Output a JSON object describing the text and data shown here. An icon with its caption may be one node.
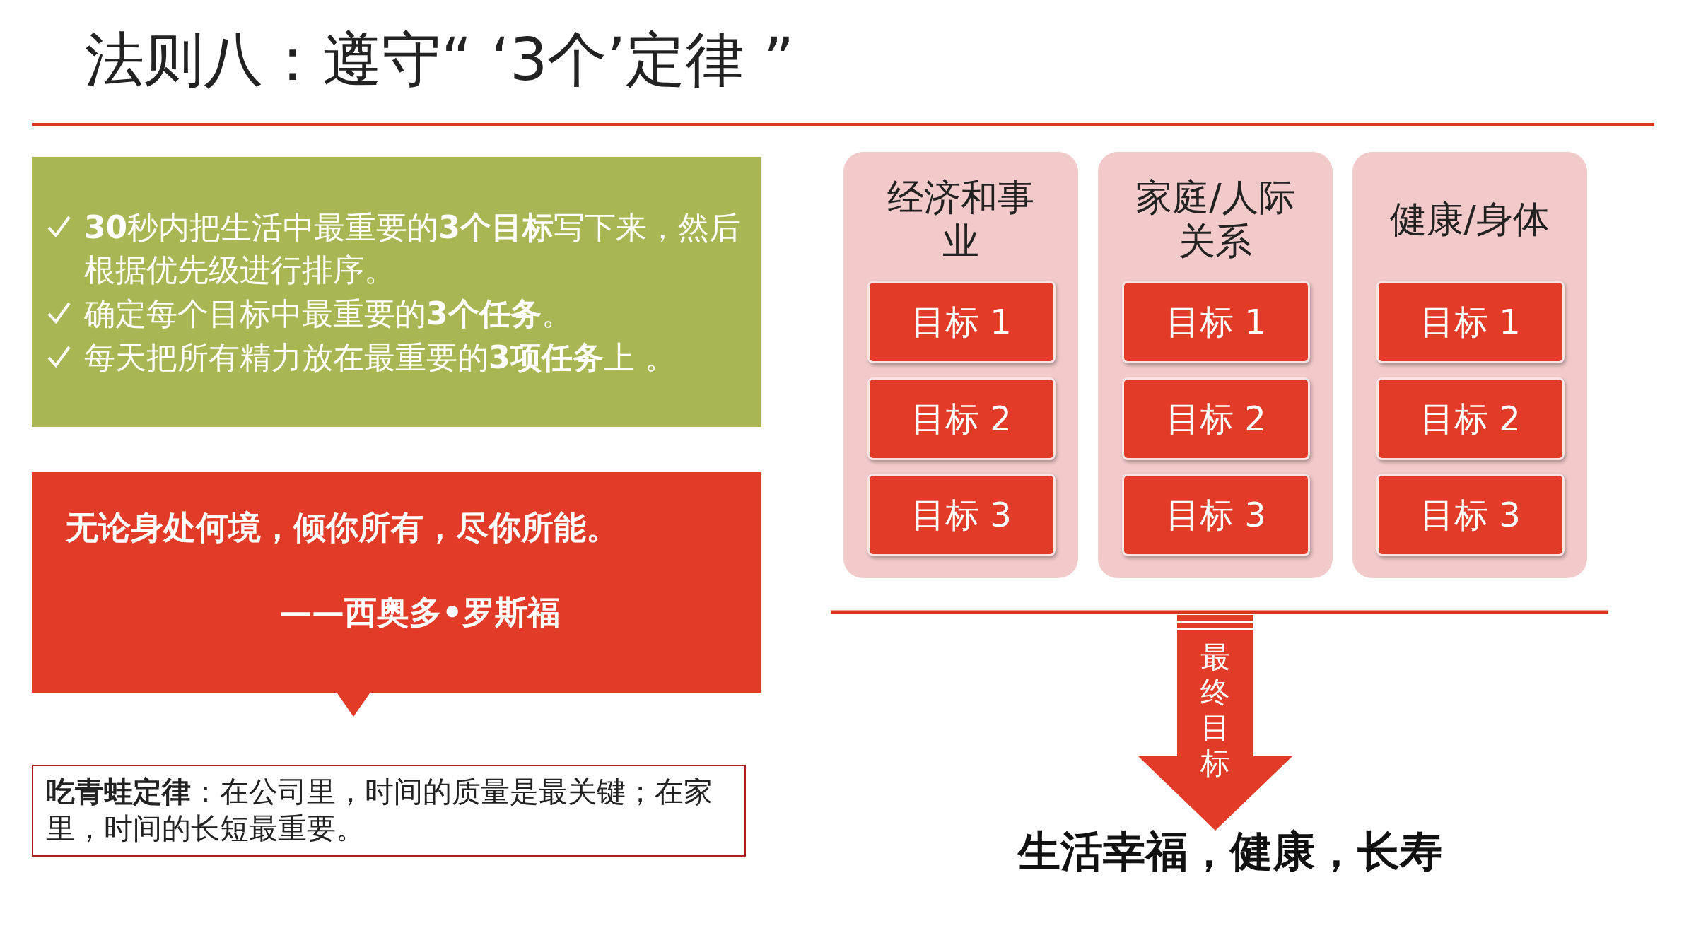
{
  "diagram": {
    "title": "法则八：遵守“ ‘3个’定律 ”",
    "nodes": [
      {
        "text": [
          "**30**秒内把生活中最重要的**3个目标**写下来，然后根据优先级进行排序。",
          "确定每个目标中最重要的**3个任务**。",
          "每天把所有精力放在最重要的**3项任务**上 。"
        ]
      },
      {
        "text": [
          "无论身处何境，倾你所有，尽你所能。",
          "——西奥多•罗斯福"
        ]
      },
      {
        "text": [
          "**吃青蛙定律**：在公司里，时间的质量是最关键；在家里，时间的长短最重要。"
        ]
      },
      {
        "text": [
          "经济和事业"
        ]
      },
      {
        "text": [
          "目标 1"
        ],
        "in": 3
      },
      {
        "text": [
          "目标 2"
        ],
        "in": 3
      },
      {
        "text": [
          "目标 3"
        ],
        "in": 3
      },
      {
        "text": [
          "家庭/人际关系"
        ]
      },
      {
        "text": [
          "目标 1"
        ],
        "in": 7
      },
      {
        "text": [
          "目标 2"
        ],
        "in": 7
      },
      {
        "text": [
          "目标 3"
        ],
        "in": 7
      },
      {
        "text": [
          "健康/身体"
        ]
      },
      {
        "text": [
          "目标 1"
        ],
        "in": 11
      },
      {
        "text": [
          "目标 2"
        ],
        "in": 11
      },
      {
        "text": [
          "目标 3"
        ],
        "in": 11
      },
      {
        "text": [
          "最终目标"
        ]
      },
      {
        "text": [
          "生活幸福，健康，长寿"
        ]
      }
    ]
  }
}
